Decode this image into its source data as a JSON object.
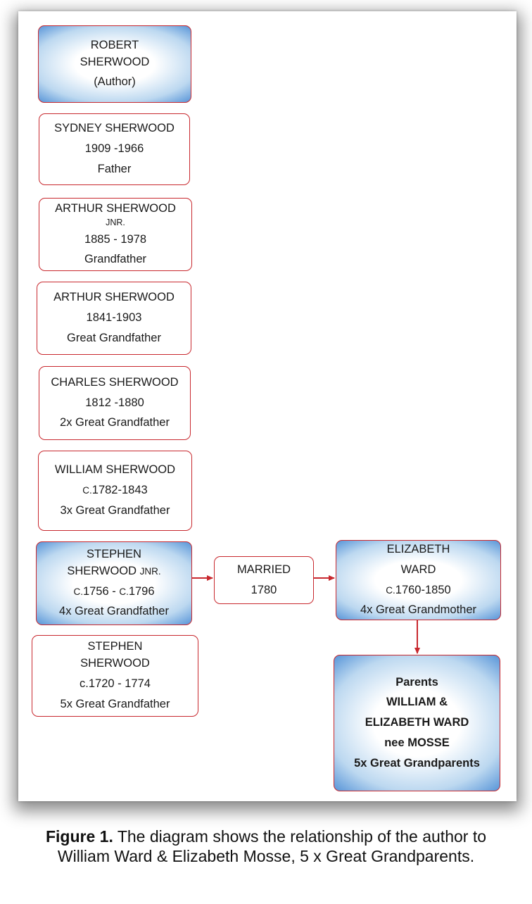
{
  "boxes": {
    "robert": {
      "line1": "ROBERT",
      "line2": "SHERWOOD",
      "line3": "(Author)"
    },
    "sydney": {
      "name": "SYDNEY SHERWOOD",
      "dates": "1909 -1966",
      "relation": "Father"
    },
    "arthur_jnr": {
      "name": "ARTHUR SHERWOOD",
      "suffix": "JNR.",
      "dates": "1885 - 1978",
      "relation": "Grandfather"
    },
    "arthur": {
      "name": "ARTHUR SHERWOOD",
      "dates": "1841-1903",
      "relation": "Great Grandfather"
    },
    "charles": {
      "name": "CHARLES SHERWOOD",
      "dates": "1812 -1880",
      "relation": "2x Great Grandfather"
    },
    "william": {
      "name": "WILLIAM SHERWOOD",
      "dates_prefix": "C.",
      "dates": "1782-1843",
      "relation": "3x Great Grandfather"
    },
    "stephen_jnr": {
      "line1": "STEPHEN",
      "line2": "SHERWOOD",
      "suffix": "JNR.",
      "dates_prefix1": "C.",
      "dates_mid": "1756 - ",
      "dates_prefix2": "C.",
      "dates_end": "1796",
      "relation": "4x Great Grandfather"
    },
    "married": {
      "label": "MARRIED",
      "year": "1780"
    },
    "elizabeth": {
      "line1": "ELIZABETH",
      "line2": "WARD",
      "dates_prefix": "C.",
      "dates": "1760-1850",
      "relation": "4x Great Grandmother"
    },
    "stephen": {
      "line1": "STEPHEN",
      "line2": "SHERWOOD",
      "dates": "c.1720 - 1774",
      "relation": "5x Great Grandfather"
    },
    "parents": {
      "line1": "Parents",
      "line2": "WILLIAM &",
      "line3": "ELIZABETH WARD",
      "line4": "nee MOSSE",
      "line5": "5x Great Grandparents"
    }
  },
  "caption": {
    "label": "Figure 1.",
    "text": " The diagram shows the relationship of the author to William Ward & Elizabeth Mosse, 5 x Great Grandparents."
  },
  "colors": {
    "border": "#c8282e",
    "arrow": "#c8282e",
    "gradient_edge": "#4f8fd6"
  }
}
